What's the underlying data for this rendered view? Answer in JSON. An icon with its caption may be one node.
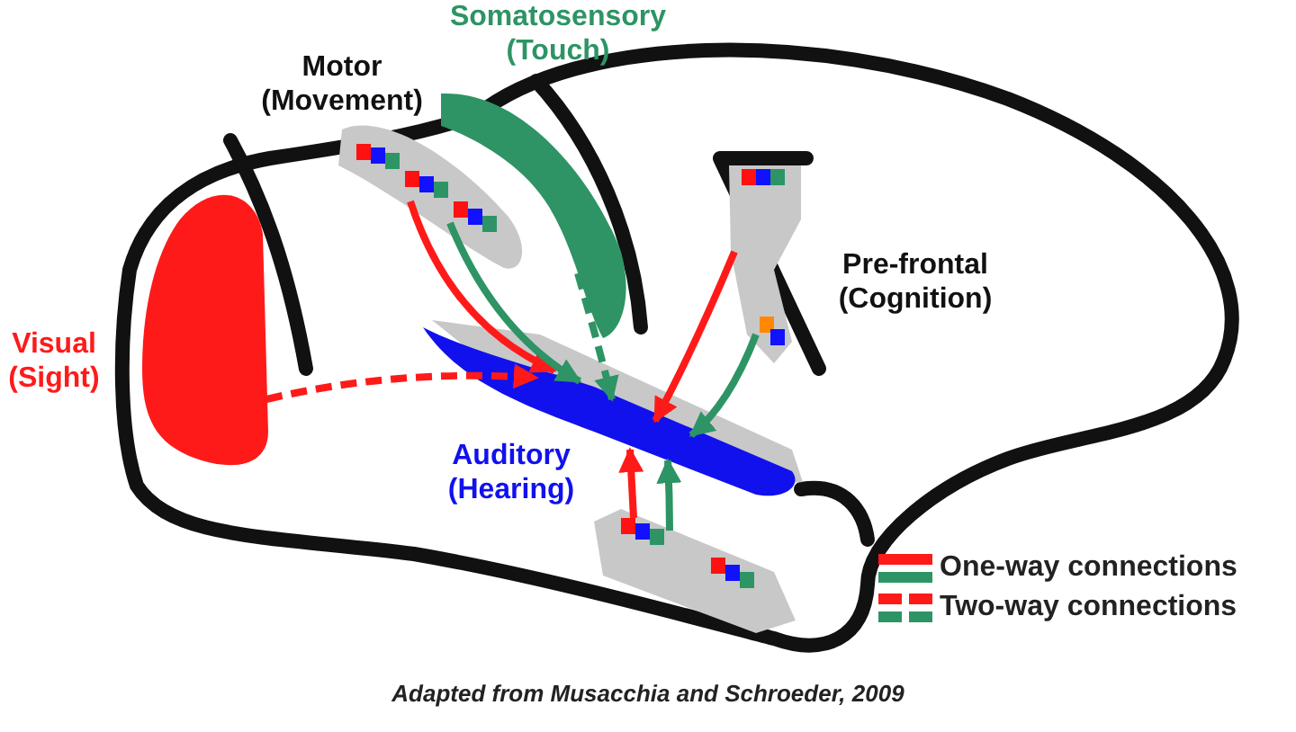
{
  "diagram": {
    "caption": "Adapted from Musacchia and Schroeder, 2009",
    "nodes": [
      {
        "text": [
          "Visual (Sight)"
        ]
      },
      {
        "text": [
          "Motor (Movement)"
        ]
      },
      {
        "text": [
          "Somatosensory (Touch)"
        ]
      },
      {
        "text": [
          "Pre-frontal (Cognition)"
        ]
      },
      {
        "text": [
          "Auditory (Hearing)"
        ]
      },
      {
        "text": [],
        "shape": "box"
      }
    ],
    "edges": [
      {
        "from": 0,
        "to": 4,
        "arrow": "to",
        "style": "dashed",
        "color": "#ff1a1a"
      },
      {
        "from": 2,
        "to": 4,
        "arrow": "to",
        "style": "dashed",
        "color": "#2e9465"
      },
      {
        "from": 1,
        "to": 4,
        "arrow": "to",
        "color": "#ff1a1a"
      },
      {
        "from": 1,
        "to": 4,
        "arrow": "to",
        "color": "#2e9465"
      },
      {
        "from": 3,
        "to": 4,
        "arrow": "to",
        "color": "#ff1a1a"
      },
      {
        "from": 3,
        "to": 4,
        "arrow": "to",
        "color": "#2e9465"
      },
      {
        "from": 5,
        "to": 4,
        "arrow": "to",
        "color": "#ff1a1a"
      },
      {
        "from": 5,
        "to": 4,
        "arrow": "to",
        "color": "#2e9465"
      }
    ],
    "legend": [
      {
        "text": "One-way connections"
      },
      {
        "text": "Two-way connections"
      }
    ]
  }
}
